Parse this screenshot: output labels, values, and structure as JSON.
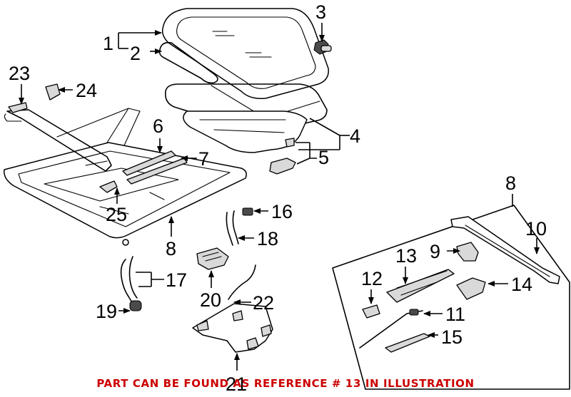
{
  "callouts": {
    "c1": "1",
    "c2": "2",
    "c3": "3",
    "c4": "4",
    "c5": "5",
    "c6": "6",
    "c7": "7",
    "c8a": "8",
    "c8b": "8",
    "c9": "9",
    "c10": "10",
    "c11": "11",
    "c12": "12",
    "c13": "13",
    "c14": "14",
    "c15": "15",
    "c16": "16",
    "c17": "17",
    "c18": "18",
    "c19": "19",
    "c20": "20",
    "c21": "21",
    "c22": "22",
    "c23": "23",
    "c24": "24",
    "c25": "25"
  },
  "footer": {
    "note": "PART CAN BE FOUND AS REFERENCE # 13 IN ILLUSTRATION",
    "color": "#cc0000"
  }
}
